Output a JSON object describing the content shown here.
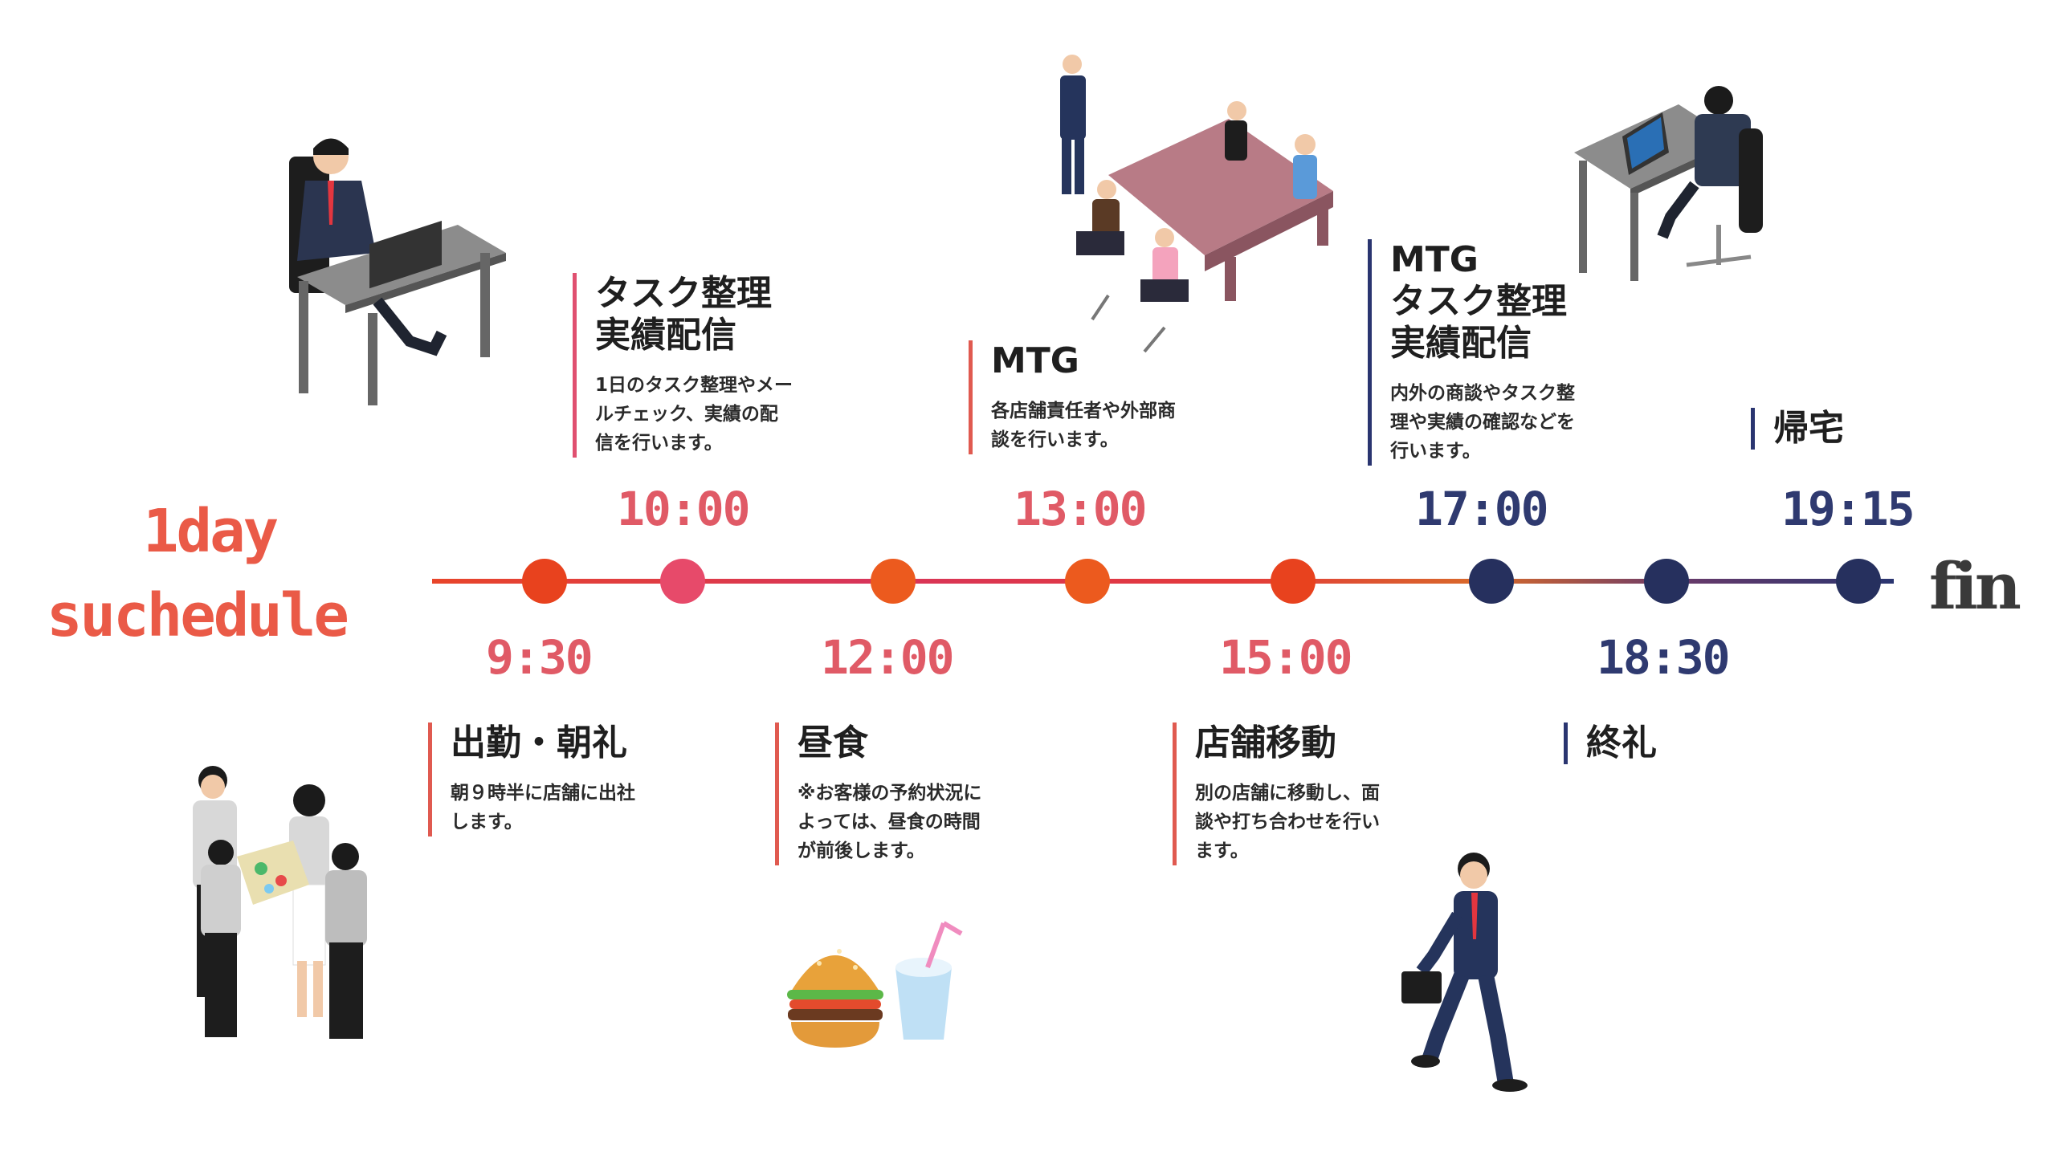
{
  "title": {
    "line1": "1day",
    "line2": "suchedule"
  },
  "times": {
    "t0930": "9:30",
    "t1000": "10:00",
    "t1200": "12:00",
    "t1300": "13:00",
    "t1500": "15:00",
    "t1700": "17:00",
    "t1830": "18:30",
    "t1915": "19:15"
  },
  "end_label": "fin",
  "events": {
    "morning": {
      "title": "出勤・朝礼",
      "desc": "朝９時半に店舗に出社\nします。"
    },
    "task": {
      "title_l1": "タスク整理",
      "title_l2": "実績配信",
      "desc": "1日のタスク整理やメー\nルチェック、実績の配\n信を行います。"
    },
    "lunch": {
      "title": "昼食",
      "desc": "※お客様の予約状況に\nよっては、昼食の時間\nが前後します。"
    },
    "mtg": {
      "title": "MTG",
      "desc": "各店舗責任者や外部商\n談を行います。"
    },
    "move": {
      "title": "店舗移動",
      "desc": "別の店舗に移動し、面\n談や打ち合わせを行い\nます。"
    },
    "mtg2": {
      "title_l1": "MTG",
      "title_l2": "タスク整理",
      "title_l3": "実績配信",
      "desc": "内外の商談やタスク整\n理や実績の確認などを\n行います。"
    },
    "closing": {
      "title": "終礼"
    },
    "home": {
      "title": "帰宅"
    }
  },
  "colors": {
    "title": "#ea5a47",
    "dot_red": "#e8421e",
    "dot_pink": "#e74a6a",
    "dot_orange": "#ec5a1e",
    "dot_navy": "#26305e",
    "bar_red": "#e05a50",
    "bar_pink": "#e05070",
    "bar_navy": "#2a3570"
  }
}
